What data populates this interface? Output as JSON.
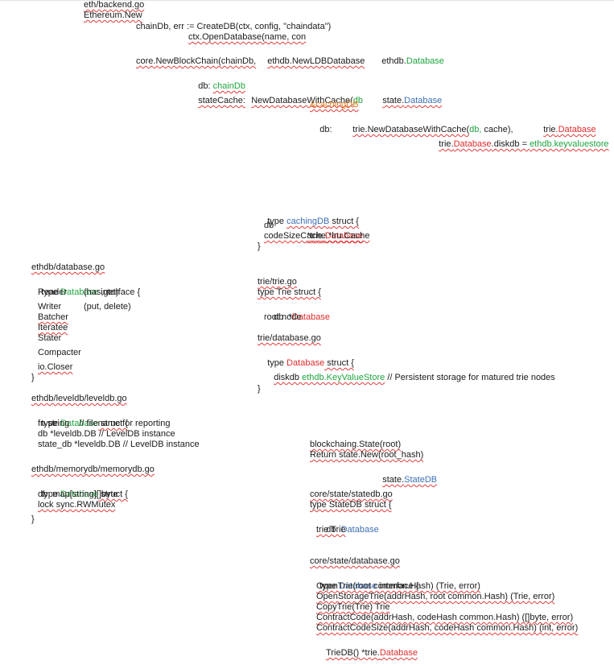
{
  "colors": {
    "green": "#1fa63f",
    "blue": "#3c6fb5",
    "red": "#e02a2a",
    "orange": "#e07d22",
    "squiggle": "#e23b3b"
  },
  "backend": {
    "file": "eth/backend.go",
    "l1": "Ethereum.New",
    "l2": "chainDb, err := CreateDB(ctx, config, \"chaindata\")",
    "l3": "ctx.OpenDatabase(name, con",
    "l4a": "ethdb.NewLDBDatabase",
    "l4b": "ethdb.",
    "l4c": "Database",
    "l5": "core.NewBlockChain(chainDb,",
    "l6a": "db: ",
    "l6b": "chainDb",
    "l7a": "stateCache:",
    "l7b": "NewDatabaseWithCache(",
    "l7c": "db",
    "l7d": "state.",
    "l7e": "Database",
    "l8": "&cachingDB",
    "l9a": "db:",
    "l9b": "trie.NewDatabaseWithCache(",
    "l9c": "db,",
    "l9d": " cache),",
    "l9e": "trie.",
    "l9f": "Database",
    "l10a": "trie.",
    "l10b": "Database",
    "l10c": ".diskdb = ",
    "l10d": "ethdb.keyvaluestore"
  },
  "cachingdb": {
    "l1a": "type ",
    "l1b": "cachingDB",
    "l1c": " struct {",
    "l2a": "db",
    "l2b": "*trie.",
    "l2c": "Database",
    "l3": "codeSizeCache *lru.Cache",
    "l4": "}"
  },
  "trie": {
    "file": "trie/trie.go",
    "l1": "type Trie struct {",
    "l2a": "db  *",
    "l2b": "Database",
    "l3": "root node"
  },
  "triedb": {
    "file": "trie/database.go",
    "l1a": "type ",
    "l1b": "Database",
    "l1c": " struct {",
    "l2a": "diskdb ",
    "l2b": "ethdb.KeyValueStore",
    "l2c": " // Persistent storage for matured trie nodes",
    "l3": "}"
  },
  "ethdb": {
    "file": "ethdb/database.go",
    "l1a": "type ",
    "l1b": "Database",
    "l1c": " interface {",
    "reader": "Reader",
    "reader_note": "(has,get)",
    "writer": "Writer",
    "writer_note": "(put, delete)",
    "batcher": "Batcher",
    "iteratee": "Iteratee",
    "stater": "Stater",
    "compacter": "Compacter",
    "closer": "io.Closer",
    "end": "}"
  },
  "leveldb": {
    "file": "ethdb/leveldb/leveldb.go",
    "l1a": "type ",
    "l1b": "Database",
    "l1c": " struct {",
    "l2": "fn string    // filename for reporting",
    "l3": "db *leveldb.DB // LevelDB instance",
    "l4": "state_db *leveldb.DB // LevelDB instance"
  },
  "memorydb": {
    "file": "ethdb/memorydb/memorydb.go",
    "l1a": "type ",
    "l1b": "Database",
    "l1c": " struct {",
    "l2": "db  map[string][]byte",
    "l3": "lock sync.RWMutex",
    "l4": "}"
  },
  "statenew": {
    "l1": "blockchaing.State(root)",
    "l2": "Return state.New(root_hash)",
    "l3a": "state.",
    "l3b": "StateDB"
  },
  "statedb": {
    "file": "core/state/statedb.go",
    "l1": "type StateDB struct {",
    "l2a": "db  ",
    "l2b": "Database",
    "l3": "trie Trie"
  },
  "statedbase": {
    "file": "core/state/database.go",
    "l1a": "type ",
    "l1b": "Database",
    "l1c": " interface {",
    "m1": "OpenTrie(root common.Hash) (Trie, error)",
    "m2": "OpenStorageTrie(addrHash, root common.Hash) (Trie, error)",
    "m3": "CopyTrie(Trie) Trie",
    "m4": "ContractCode(addrHash, codeHash common.Hash) ([]byte, error)",
    "m5": "ContractCodeSize(addrHash, codeHash common.Hash) (int, error)",
    "m6a": "TrieDB() *trie.",
    "m6b": "Database"
  }
}
